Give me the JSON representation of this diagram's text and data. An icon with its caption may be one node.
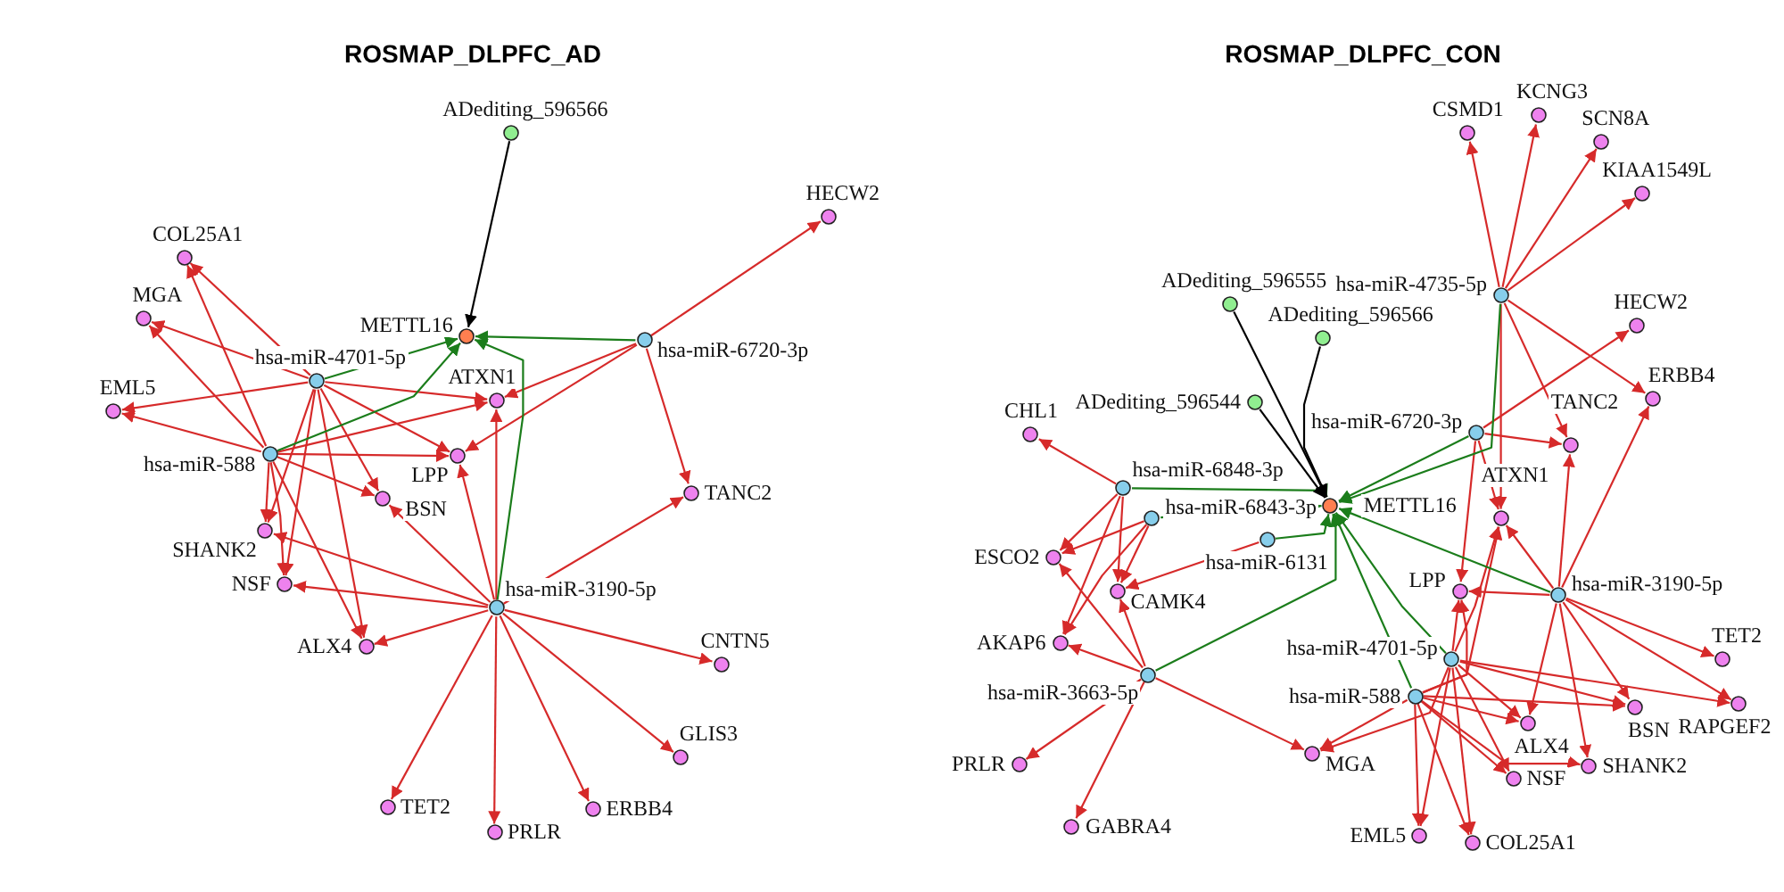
{
  "diagram": {
    "nodes": [
      {
        "text": [
          "ADediting_596566"
        ]
      },
      {
        "text": [
          "HECW2"
        ]
      },
      {
        "text": [
          "COL25A1"
        ]
      },
      {
        "text": [
          "MGA"
        ]
      },
      {
        "text": [
          "METTL16"
        ]
      },
      {
        "text": [
          "hsa-miR-6720-3p"
        ]
      },
      {
        "text": [
          "hsa-miR-4701-5p"
        ]
      },
      {
        "text": [
          "EML5"
        ]
      },
      {
        "text": [
          "ATXN1"
        ]
      },
      {
        "text": [
          "hsa-miR-588"
        ]
      },
      {
        "text": [
          "LPP"
        ]
      },
      {
        "text": [
          "TANC2"
        ]
      },
      {
        "text": [
          "BSN"
        ]
      },
      {
        "text": [
          "SHANK2"
        ]
      },
      {
        "text": [
          "ALX4"
        ]
      },
      {
        "text": [
          "NSF"
        ]
      },
      {
        "text": [
          "hsa-miR-3190-5p"
        ]
      },
      {
        "text": [
          "CNTN5"
        ]
      },
      {
        "text": [
          "GLIS3"
        ]
      },
      {
        "text": [
          "TET2"
        ]
      },
      {
        "text": [
          "ERBB4"
        ]
      },
      {
        "text": [
          "PRLR"
        ]
      },
      {
        "text": [
          "KCNG3"
        ]
      },
      {
        "text": [
          "CSMD1"
        ]
      },
      {
        "text": [
          "SCN8A"
        ]
      },
      {
        "text": [
          "KIAA1549L"
        ]
      },
      {
        "text": [
          "hsa-miR-4735-5p"
        ]
      },
      {
        "text": [
          "ADediting_596555"
        ]
      },
      {
        "text": [
          "HECW2"
        ]
      },
      {
        "text": [
          "ADediting_596566"
        ]
      },
      {
        "text": [
          "ADediting_596544"
        ]
      },
      {
        "text": [
          "ERBB4"
        ]
      },
      {
        "text": [
          "hsa-miR-6720-3p"
        ]
      },
      {
        "text": [
          "CHL1"
        ]
      },
      {
        "text": [
          "TANC2"
        ]
      },
      {
        "text": [
          "hsa-miR-6848-3p"
        ]
      },
      {
        "text": [
          "METTL16"
        ]
      },
      {
        "text": [
          "hsa-miR-6843-3p"
        ]
      },
      {
        "text": [
          "ATXN1"
        ]
      },
      {
        "text": [
          "ESCO2"
        ]
      },
      {
        "text": [
          "hsa-miR-6131"
        ]
      },
      {
        "text": [
          "LPP"
        ]
      },
      {
        "text": [
          "hsa-miR-3190-5p"
        ]
      },
      {
        "text": [
          "CAMK4"
        ]
      },
      {
        "text": [
          "AKAP6"
        ]
      },
      {
        "text": [
          "TET2"
        ]
      },
      {
        "text": [
          "RAPGEF2"
        ]
      },
      {
        "text": [
          "hsa-miR-4701-5p"
        ]
      },
      {
        "text": [
          "hsa-miR-3663-5p"
        ]
      },
      {
        "text": [
          "hsa-miR-588"
        ]
      },
      {
        "text": [
          "BSN"
        ]
      },
      {
        "text": [
          "MGA"
        ]
      },
      {
        "text": [
          "ALX4"
        ]
      },
      {
        "text": [
          "SHANK2"
        ]
      },
      {
        "text": [
          "PRLR"
        ]
      },
      {
        "text": [
          "NSF"
        ]
      },
      {
        "text": [
          "EML5"
        ]
      },
      {
        "text": [
          "GABRA4"
        ]
      },
      {
        "text": [
          "COL25A1"
        ]
      }
    ],
    "edges": [
      {
        "from": 5,
        "to": 1,
        "arrow": "to"
      },
      {
        "from": 5,
        "to": 8,
        "arrow": "to"
      },
      {
        "from": 5,
        "to": 10,
        "arrow": "to"
      },
      {
        "from": 5,
        "to": 11,
        "arrow": "to"
      },
      {
        "from": 6,
        "to": 2,
        "arrow": "to"
      },
      {
        "from": 6,
        "to": 3,
        "arrow": "to"
      },
      {
        "from": 6,
        "to": 7,
        "arrow": "to"
      },
      {
        "from": 6,
        "to": 8,
        "arrow": "to"
      },
      {
        "from": 6,
        "to": 10,
        "arrow": "to"
      },
      {
        "from": 6,
        "to": 12,
        "arrow": "to"
      },
      {
        "from": 6,
        "to": 13,
        "arrow": "to"
      },
      {
        "from": 6,
        "to": 14,
        "arrow": "to"
      },
      {
        "from": 6,
        "to": 15,
        "arrow": "to"
      },
      {
        "from": 9,
        "to": 2,
        "arrow": "to"
      },
      {
        "from": 9,
        "to": 3,
        "arrow": "to"
      },
      {
        "from": 9,
        "to": 7,
        "arrow": "to"
      },
      {
        "from": 9,
        "to": 8,
        "arrow": "to"
      },
      {
        "from": 9,
        "to": 10,
        "arrow": "to"
      },
      {
        "from": 9,
        "to": 12,
        "arrow": "to"
      },
      {
        "from": 9,
        "to": 13,
        "arrow": "to"
      },
      {
        "from": 9,
        "to": 14,
        "arrow": "to"
      },
      {
        "from": 9,
        "to": 15,
        "arrow": "to"
      },
      {
        "from": 16,
        "to": 8,
        "arrow": "to"
      },
      {
        "from": 16,
        "to": 10,
        "arrow": "to"
      },
      {
        "from": 16,
        "to": 12,
        "arrow": "to"
      },
      {
        "from": 16,
        "to": 13,
        "arrow": "to"
      },
      {
        "from": 16,
        "to": 14,
        "arrow": "to"
      },
      {
        "from": 16,
        "to": 15,
        "arrow": "to"
      },
      {
        "from": 16,
        "to": 11,
        "arrow": "to"
      },
      {
        "from": 16,
        "to": 17,
        "arrow": "to"
      },
      {
        "from": 16,
        "to": 18,
        "arrow": "to"
      },
      {
        "from": 16,
        "to": 19,
        "arrow": "to"
      },
      {
        "from": 16,
        "to": 21,
        "arrow": "to"
      },
      {
        "from": 16,
        "to": 20,
        "arrow": "to"
      },
      {
        "from": 6,
        "to": 4,
        "arrow": "to",
        "color": "#1b7d1b"
      },
      {
        "from": 9,
        "to": 4,
        "arrow": "to",
        "color": "#1b7d1b"
      },
      {
        "from": 5,
        "to": 4,
        "arrow": "to",
        "color": "#1b7d1b"
      },
      {
        "from": 16,
        "to": 4,
        "arrow": "to",
        "color": "#1b7d1b"
      },
      {
        "from": 0,
        "to": 4,
        "arrow": "to",
        "color": "#000000"
      },
      {
        "from": 26,
        "to": 23,
        "arrow": "to"
      },
      {
        "from": 26,
        "to": 22,
        "arrow": "to"
      },
      {
        "from": 26,
        "to": 24,
        "arrow": "to"
      },
      {
        "from": 26,
        "to": 25,
        "arrow": "to"
      },
      {
        "from": 26,
        "to": 34,
        "arrow": "to"
      },
      {
        "from": 26,
        "to": 31,
        "arrow": "to"
      },
      {
        "from": 26,
        "to": 38,
        "arrow": "to"
      },
      {
        "from": 32,
        "to": 28,
        "arrow": "to"
      },
      {
        "from": 32,
        "to": 34,
        "arrow": "to"
      },
      {
        "from": 32,
        "to": 38,
        "arrow": "to"
      },
      {
        "from": 32,
        "to": 41,
        "arrow": "to"
      },
      {
        "from": 42,
        "to": 34,
        "arrow": "to"
      },
      {
        "from": 42,
        "to": 31,
        "arrow": "to"
      },
      {
        "from": 42,
        "to": 38,
        "arrow": "to"
      },
      {
        "from": 42,
        "to": 41,
        "arrow": "to"
      },
      {
        "from": 42,
        "to": 45,
        "arrow": "to"
      },
      {
        "from": 42,
        "to": 46,
        "arrow": "to"
      },
      {
        "from": 42,
        "to": 50,
        "arrow": "to"
      },
      {
        "from": 42,
        "to": 52,
        "arrow": "to"
      },
      {
        "from": 42,
        "to": 53,
        "arrow": "to"
      },
      {
        "from": 47,
        "to": 38,
        "arrow": "to"
      },
      {
        "from": 47,
        "to": 41,
        "arrow": "to"
      },
      {
        "from": 47,
        "to": 51,
        "arrow": "to"
      },
      {
        "from": 47,
        "to": 56,
        "arrow": "to"
      },
      {
        "from": 47,
        "to": 58,
        "arrow": "to"
      },
      {
        "from": 47,
        "to": 50,
        "arrow": "to"
      },
      {
        "from": 47,
        "to": 52,
        "arrow": "to"
      },
      {
        "from": 47,
        "to": 55,
        "arrow": "to"
      },
      {
        "from": 47,
        "to": 46,
        "arrow": "to"
      },
      {
        "from": 49,
        "to": 38,
        "arrow": "to"
      },
      {
        "from": 49,
        "to": 41,
        "arrow": "to"
      },
      {
        "from": 49,
        "to": 51,
        "arrow": "to"
      },
      {
        "from": 49,
        "to": 56,
        "arrow": "to"
      },
      {
        "from": 49,
        "to": 58,
        "arrow": "to"
      },
      {
        "from": 49,
        "to": 50,
        "arrow": "to"
      },
      {
        "from": 49,
        "to": 52,
        "arrow": "to"
      },
      {
        "from": 49,
        "to": 55,
        "arrow": "to"
      },
      {
        "from": 49,
        "to": 53,
        "arrow": "to"
      },
      {
        "from": 48,
        "to": 51,
        "arrow": "to"
      },
      {
        "from": 48,
        "to": 54,
        "arrow": "to"
      },
      {
        "from": 48,
        "to": 57,
        "arrow": "to"
      },
      {
        "from": 48,
        "to": 44,
        "arrow": "to"
      },
      {
        "from": 48,
        "to": 43,
        "arrow": "to"
      },
      {
        "from": 48,
        "to": 39,
        "arrow": "to"
      },
      {
        "from": 35,
        "to": 33,
        "arrow": "to"
      },
      {
        "from": 35,
        "to": 39,
        "arrow": "to"
      },
      {
        "from": 35,
        "to": 44,
        "arrow": "to"
      },
      {
        "from": 35,
        "to": 43,
        "arrow": "to"
      },
      {
        "from": 37,
        "to": 39,
        "arrow": "to"
      },
      {
        "from": 37,
        "to": 44,
        "arrow": "to"
      },
      {
        "from": 37,
        "to": 43,
        "arrow": "to"
      },
      {
        "from": 40,
        "to": 43,
        "arrow": "to"
      },
      {
        "from": 35,
        "to": 36,
        "arrow": "to",
        "color": "#1b7d1b"
      },
      {
        "from": 37,
        "to": 36,
        "arrow": "to",
        "color": "#1b7d1b"
      },
      {
        "from": 40,
        "to": 36,
        "arrow": "to",
        "color": "#1b7d1b"
      },
      {
        "from": 48,
        "to": 36,
        "arrow": "to",
        "color": "#1b7d1b"
      },
      {
        "from": 26,
        "to": 36,
        "arrow": "to",
        "color": "#1b7d1b"
      },
      {
        "from": 32,
        "to": 36,
        "arrow": "to",
        "color": "#1b7d1b"
      },
      {
        "from": 42,
        "to": 36,
        "arrow": "to",
        "color": "#1b7d1b"
      },
      {
        "from": 47,
        "to": 36,
        "arrow": "to",
        "color": "#1b7d1b"
      },
      {
        "from": 49,
        "to": 36,
        "arrow": "to",
        "color": "#1b7d1b"
      },
      {
        "from": 27,
        "to": 36,
        "arrow": "to",
        "color": "#000000"
      },
      {
        "from": 29,
        "to": 36,
        "arrow": "to",
        "color": "#000000"
      },
      {
        "from": 30,
        "to": 36,
        "arrow": "to",
        "color": "#000000"
      }
    ],
    "labels": [
      "ROSMAP_DLPFC_AD",
      "ROSMAP_DLPFC_CON"
    ]
  }
}
